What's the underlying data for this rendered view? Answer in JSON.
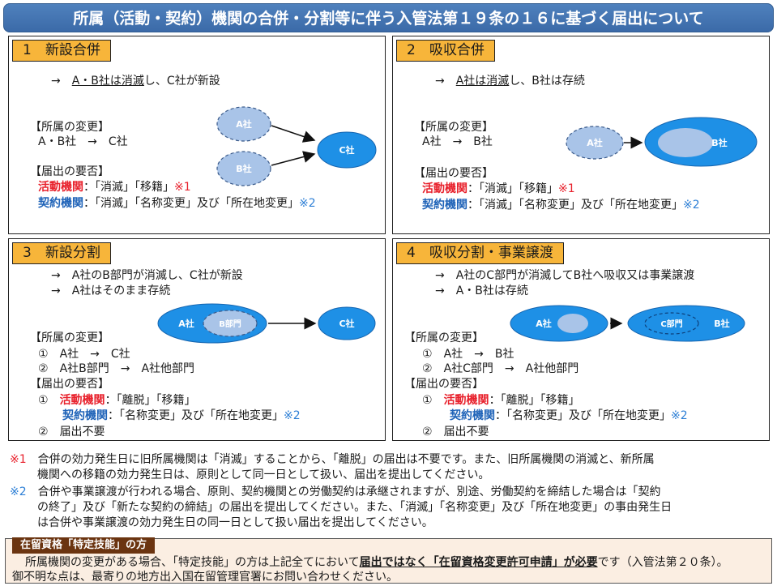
{
  "title": "所属（活動・契約）機関の合併・分割等に伴う入管法第１９条の１６に基づく届出について",
  "panels": {
    "p1": {
      "title": "1　新設合併",
      "arrow": "→",
      "desc_u": "A・B社は消滅",
      "desc_rest": "し、C社が新設",
      "change_head": "【所属の変更】",
      "change_line": "A・B社　→　C社",
      "req_head": "【届出の要否】",
      "act_label": "活動機関",
      "act_text": "：「消滅」「移籍」",
      "act_mark": "※1",
      "con_label": "契約機関",
      "con_text": "：「消滅」「名称変更」及び「所在地変更」",
      "con_mark": "※2",
      "nodes": {
        "a": "A社",
        "b": "B社",
        "c": "C社"
      }
    },
    "p2": {
      "title": "2　吸収合併",
      "arrow": "→",
      "desc_u": "A社は消滅",
      "desc_rest": "し、B社は存続",
      "change_head": "【所属の変更】",
      "change_line": "A社　→　B社",
      "req_head": "【届出の要否】",
      "act_label": "活動機関",
      "act_text": "：「消滅」「移籍」",
      "act_mark": "※1",
      "con_label": "契約機関",
      "con_text": "：「消滅」「名称変更」及び「所在地変更」",
      "con_mark": "※2",
      "nodes": {
        "a": "A社",
        "b": "B社"
      }
    },
    "p3": {
      "title": "3　新設分割",
      "arrow": "→",
      "desc1": "A社のB部門が消滅し、C社が新設",
      "desc2": "A社はそのまま存続",
      "change_head": "【所属の変更】",
      "change1_num": "①",
      "change1": "A社　→　C社",
      "change2_num": "②",
      "change2": "A社B部門　→　A社他部門",
      "req_head": "【届出の要否】",
      "req1_num": "①",
      "act_label": "活動機関",
      "act_text": "：「離脱」「移籍」",
      "con_label": "契約機関",
      "con_text": "：「名称変更」及び「所在地変更」",
      "con_mark": "※2",
      "req2_num": "②",
      "req2": "届出不要",
      "nodes": {
        "a": "A社",
        "sub": "B部門",
        "c": "C社"
      }
    },
    "p4": {
      "title": "4　吸収分割・事業譲渡",
      "arrow": "→",
      "desc1": "A社のC部門が消滅してB社へ吸収又は事業譲渡",
      "desc2": "A・B社は存続",
      "change_head": "【所属の変更】",
      "change1_num": "①",
      "change1": "A社　→　B社",
      "change2_num": "②",
      "change2": "A社C部門　→　A社他部門",
      "req_head": "【届出の要否】",
      "req1_num": "①",
      "act_label": "活動機関",
      "act_text": "：「離脱」「移籍」",
      "con_label": "契約機関",
      "con_text": "：「名称変更」及び「所在地変更」",
      "con_mark": "※2",
      "req2_num": "②",
      "req2": "届出不要",
      "nodes": {
        "a": "A社",
        "sub": "C部門",
        "b": "B社"
      }
    }
  },
  "notes": {
    "n1_mark": "※1",
    "n1_line1": "　合併の効力発生日に旧所属機関は「消滅」することから、「離脱」の届出は不要です。また、旧所属機関の消滅と、新所属",
    "n1_line2": "機関への移籍の効力発生日は、原則として同一日として扱い、届出を提出してください。",
    "n2_mark": "※2",
    "n2_line1": "　合併や事業譲渡が行われる場合、原則、契約機関との労働契約は承継されますが、別途、労働契約を締結した場合は「契約",
    "n2_line2": "の終了」及び「新たな契約の締結」の届出を提出してください。また、「消滅」「名称変更」及び「所在地変更」の事由発生日",
    "n2_line3": "は合併や事業譲渡の効力発生日の同一日として扱い届出を提出してください。"
  },
  "specified_skills": {
    "tag": "在留資格「特定技能」の方",
    "line1_pre": "所属機関の変更がある場合、「特定技能」の方は上記全てにおいて",
    "line1_bold": "届出ではなく「在留資格変更許可申請」が必要",
    "line1_post": "です（入管法第２０条）。",
    "line2": "御不明な点は、最寄りの地方出入国在留管理官署にお問い合わせください。"
  },
  "colors": {
    "title_bg": "#4f81bd",
    "panel_title_bg": "#f7b53a",
    "node_light": "#a9c4e8",
    "node_bright": "#1e90e6",
    "activity_red": "#e8212c",
    "contract_blue": "#1f63b8",
    "skills_tag_bg": "#6b3410",
    "skills_box_bg": "#fbeee2"
  }
}
